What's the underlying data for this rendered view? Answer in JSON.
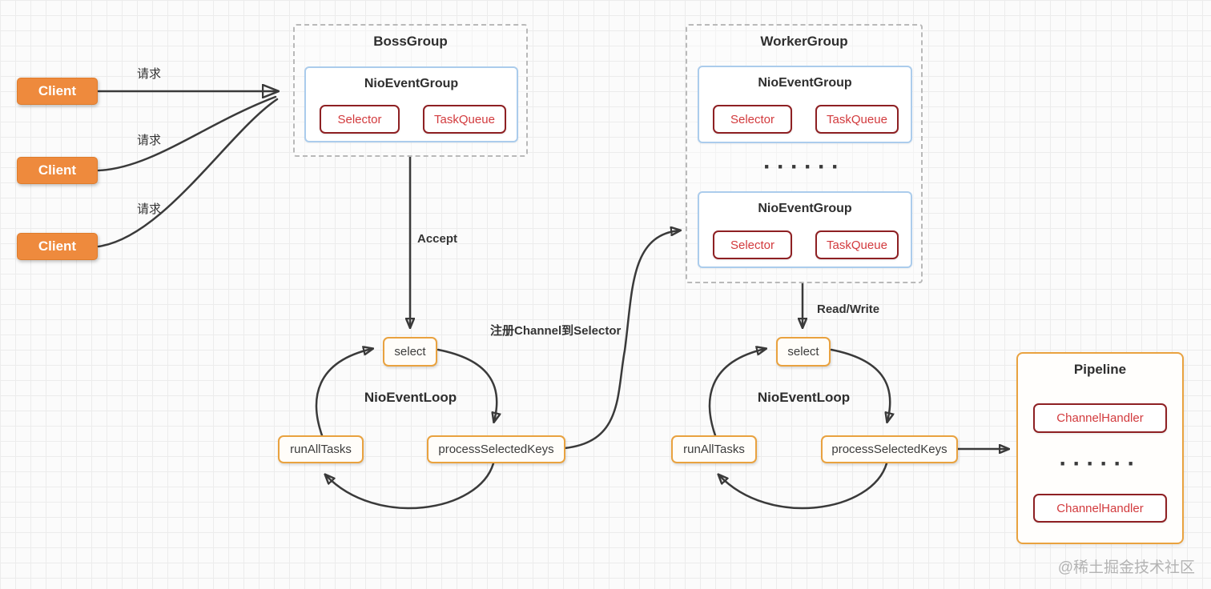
{
  "clients": [
    {
      "label": "Client"
    },
    {
      "label": "Client"
    },
    {
      "label": "Client"
    }
  ],
  "request_labels": [
    "请求",
    "请求",
    "请求"
  ],
  "boss_group": {
    "title": "BossGroup",
    "event_group": {
      "title": "NioEventGroup",
      "selector": "Selector",
      "task_queue": "TaskQueue"
    }
  },
  "worker_group": {
    "title": "WorkerGroup",
    "ellipsis": "······",
    "event_groups": [
      {
        "title": "NioEventGroup",
        "selector": "Selector",
        "task_queue": "TaskQueue"
      },
      {
        "title": "NioEventGroup",
        "selector": "Selector",
        "task_queue": "TaskQueue"
      }
    ]
  },
  "flow_labels": {
    "accept": "Accept",
    "register_channel": "注册Channel到Selector",
    "read_write": "Read/Write"
  },
  "event_loops": [
    {
      "title": "NioEventLoop",
      "select": "select",
      "run_all_tasks": "runAllTasks",
      "process_selected_keys": "processSelectedKeys"
    },
    {
      "title": "NioEventLoop",
      "select": "select",
      "run_all_tasks": "runAllTasks",
      "process_selected_keys": "processSelectedKeys"
    }
  ],
  "pipeline": {
    "title": "Pipeline",
    "ellipsis": "······",
    "handlers": [
      "ChannelHandler",
      "ChannelHandler"
    ]
  },
  "watermark": "@稀土掘金技术社区",
  "colors": {
    "client_fill": "#ee8a3d",
    "orange_border": "#e9a23f",
    "red_border": "#8e2023",
    "red_text": "#d23a3d",
    "blue_border": "#abccec",
    "dashed_border": "#b9b9b9",
    "arrow": "#3a3a3a"
  }
}
